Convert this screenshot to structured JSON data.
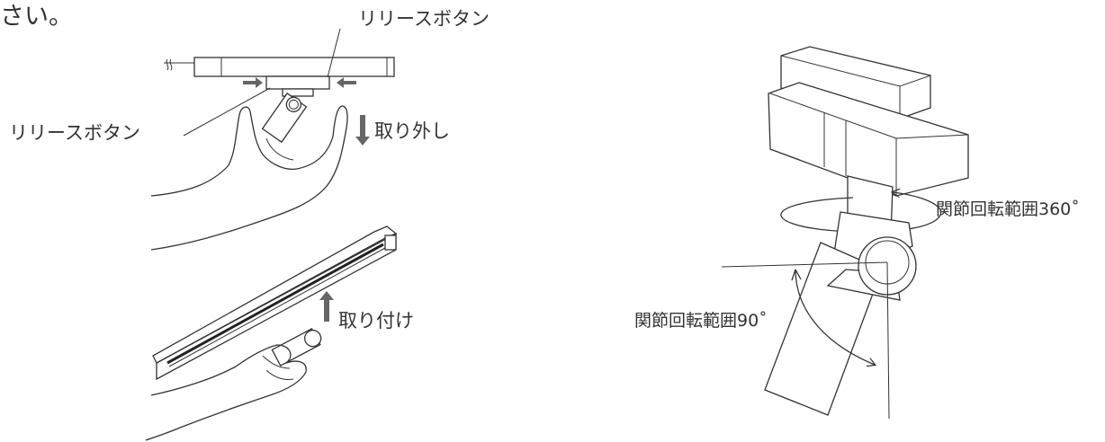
{
  "header": {
    "fragment": "さい。"
  },
  "left_figure": {
    "release_button_label_top": "リリースボタン",
    "release_button_label_left": "リリースボタン",
    "remove_label": "取り外し",
    "attach_label": "取り付け"
  },
  "right_figure": {
    "rotation_360_label": "関節回転範囲360˚",
    "rotation_90_label": "関節回転範囲90˚"
  },
  "colors": {
    "line": "#333333",
    "arrow": "#666666",
    "rail_groove": "#222222"
  }
}
